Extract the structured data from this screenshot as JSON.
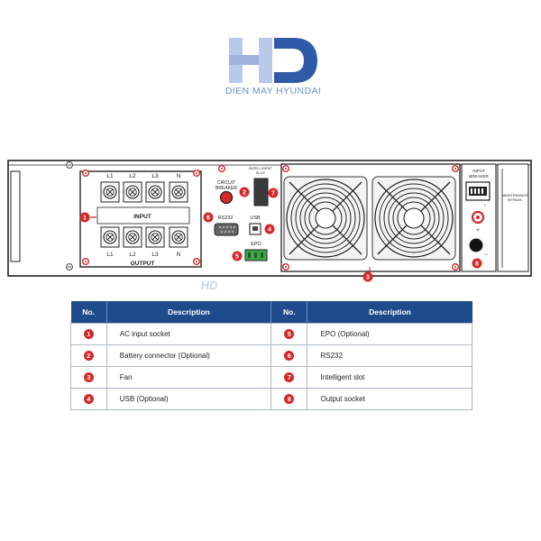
{
  "logo": {
    "mark": "HD",
    "brand": "DIEN MAY HYUNDAI",
    "colors": {
      "light": "#b9c9ea",
      "dark": "#2f5aa8",
      "text": "#6f8fd0"
    }
  },
  "panel": {
    "terminals": {
      "input_labels": [
        "L1",
        "L2",
        "L3",
        "N"
      ],
      "input_title": "INPUT",
      "output_labels": [
        "L1",
        "L2",
        "L3",
        "N"
      ],
      "output_title": "OUTPUT"
    },
    "circuit_breaker": [
      "CIRCUIT",
      "BREAKER"
    ],
    "intelligent_slot": [
      "INTELLIGENT",
      "SLOT"
    ],
    "rs232": "RS232",
    "usb": "USB",
    "epo": "EPO",
    "input_breaker": [
      "INPUT",
      "BREAKER"
    ],
    "maintenance_bypass": [
      "MAINTENANCE",
      "BYPASS"
    ],
    "plus": "+",
    "minus": "−",
    "watermark": "HD",
    "callouts": {
      "c1": "1",
      "c2": "2",
      "c3": "3",
      "c4": "4",
      "c5": "5",
      "c6": "6",
      "c7": "7",
      "c8": "8"
    },
    "callout_color": "#d62828"
  },
  "table": {
    "headers": {
      "no": "No.",
      "description": "Description"
    },
    "header_color": "#1f4a8c",
    "rows": [
      {
        "left_no": "1",
        "left_desc": "AC input socket",
        "right_no": "5",
        "right_desc": "EPO (Optional)"
      },
      {
        "left_no": "2",
        "left_desc": "Battery connector (Optional)",
        "right_no": "6",
        "right_desc": "RS232"
      },
      {
        "left_no": "3",
        "left_desc": "Fan",
        "right_no": "7",
        "right_desc": "Intelligent slot"
      },
      {
        "left_no": "4",
        "left_desc": "USB (Optional)",
        "right_no": "8",
        "right_desc": "Output socket"
      }
    ]
  }
}
